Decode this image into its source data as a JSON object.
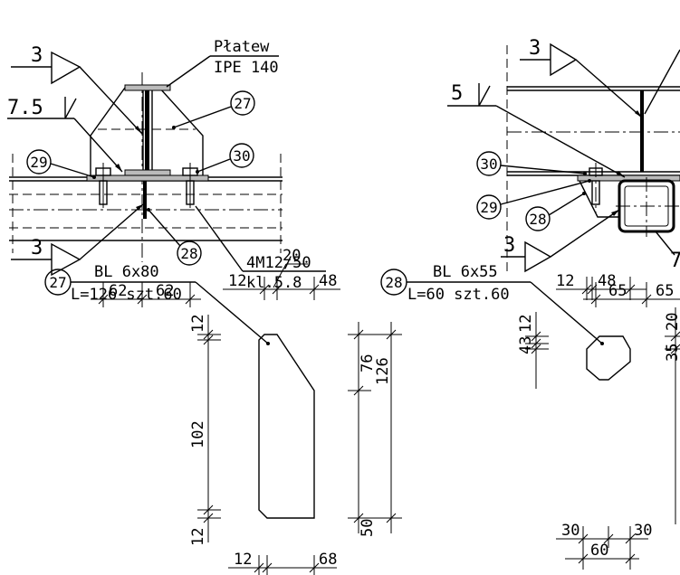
{
  "left_view": {
    "weld_top": "3",
    "weld_mid": "7.5",
    "weld_bottom": "3",
    "purlin_name": "Płatew",
    "purlin_profile": "IPE 140",
    "bolts_line1": "4M12/50",
    "bolts_line2": "kl.5.8",
    "dim_a": "62",
    "dim_b": "62",
    "ref_27": "27",
    "ref_29": "29",
    "ref_30": "30",
    "ref_28": "28"
  },
  "right_view": {
    "weld_top": "3",
    "weld_mid": "5",
    "weld_bottom": "3",
    "weld_side": "7",
    "dim_a": "65",
    "dim_b": "65",
    "ref_30": "30",
    "ref_29": "29",
    "ref_28": "28"
  },
  "plate_27": {
    "ref": "27",
    "line1": "BL 6x80",
    "line2": "L=126 szt.60",
    "dim_top_20": "20",
    "dim_top_12": "12",
    "dim_top_48": "48",
    "dim_left_12a": "12",
    "dim_left_102": "102",
    "dim_left_12b": "12",
    "dim_right_76": "76",
    "dim_right_126": "126",
    "dim_right_50": "50",
    "dim_bot_12": "12",
    "dim_bot_68": "68"
  },
  "plate_28": {
    "ref": "28",
    "line1": "BL 6x55",
    "line2": "L=60 szt.60",
    "dim_top_12": "12",
    "dim_top_48": "48",
    "dim_left_43": "43",
    "dim_left_12": "12",
    "dim_right_20": "20",
    "dim_right_35": "35",
    "dim_bot_30a": "30",
    "dim_bot_30b": "30",
    "dim_bot_60": "60"
  }
}
